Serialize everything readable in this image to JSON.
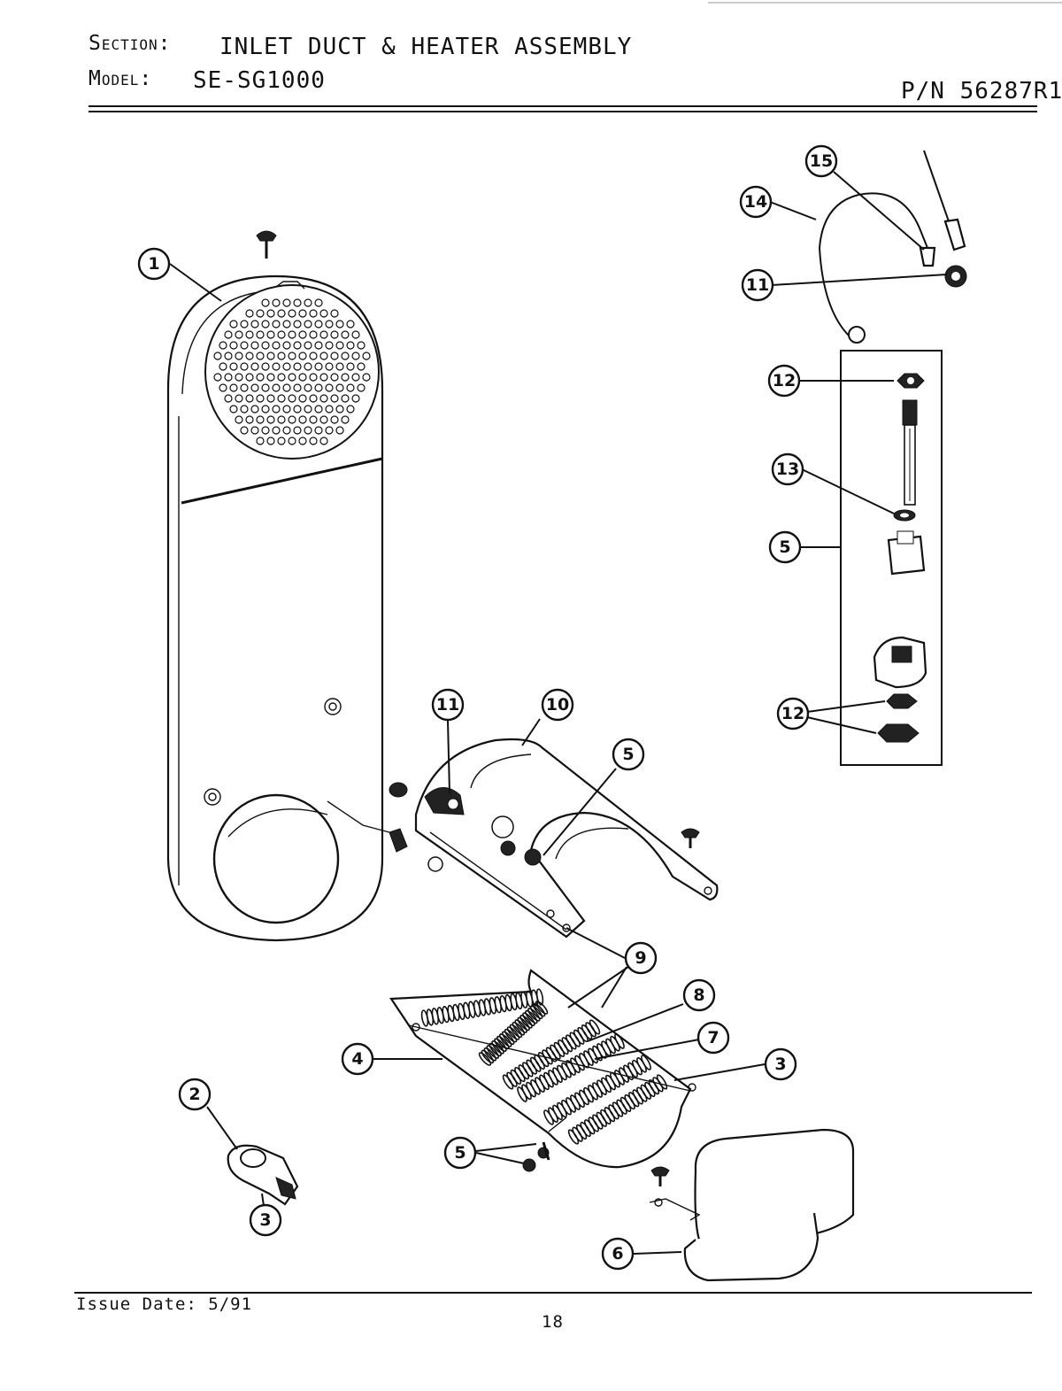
{
  "header": {
    "section_label": "Section:",
    "section_value": "INLET DUCT & HEATER ASSEMBLY",
    "model_label": "Model:",
    "model_value": "SE-SG1000",
    "part_number": "P/N 56287R1"
  },
  "footer": {
    "issue_date": "Issue Date: 5/91",
    "page_number": "18"
  },
  "callouts": [
    "1",
    "2",
    "3",
    "3",
    "4",
    "5",
    "5",
    "5",
    "6",
    "7",
    "8",
    "9",
    "10",
    "11",
    "11",
    "12",
    "12",
    "13",
    "14",
    "15"
  ]
}
